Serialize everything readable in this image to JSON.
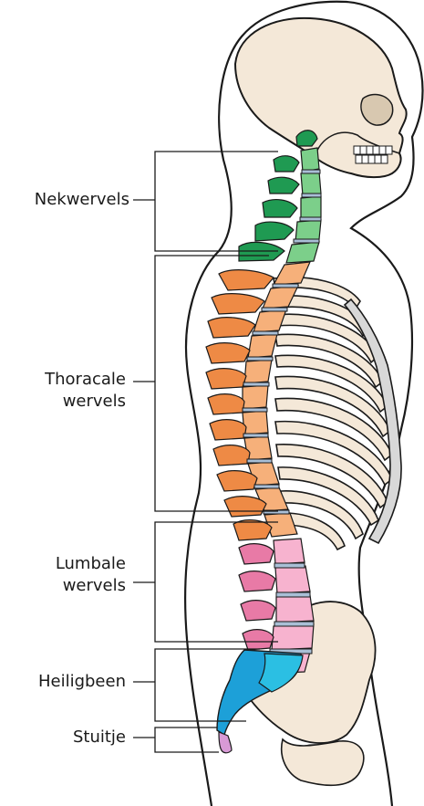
{
  "labels": {
    "cervical": "Nekwervels",
    "thoracic_1": "Thoracale",
    "thoracic_2": "wervels",
    "lumbar_1": "Lumbale",
    "lumbar_2": "wervels",
    "sacrum": "Heiligbeen",
    "coccyx": "Stuitje"
  },
  "colors": {
    "cervical": "#7ccf8a",
    "cervical_dark": "#1f9a52",
    "thoracic": "#f6b07a",
    "thoracic_dark": "#ee8a45",
    "lumbar": "#f7b3cf",
    "lumbar_dark": "#e87aa6",
    "sacrum": "#2bbfe3",
    "sacrum_dark": "#1da0d8",
    "coccyx": "#d89ad6",
    "disc": "#a9bfd6",
    "bone": "#f4e8d8",
    "outline": "#1a1a1a"
  }
}
